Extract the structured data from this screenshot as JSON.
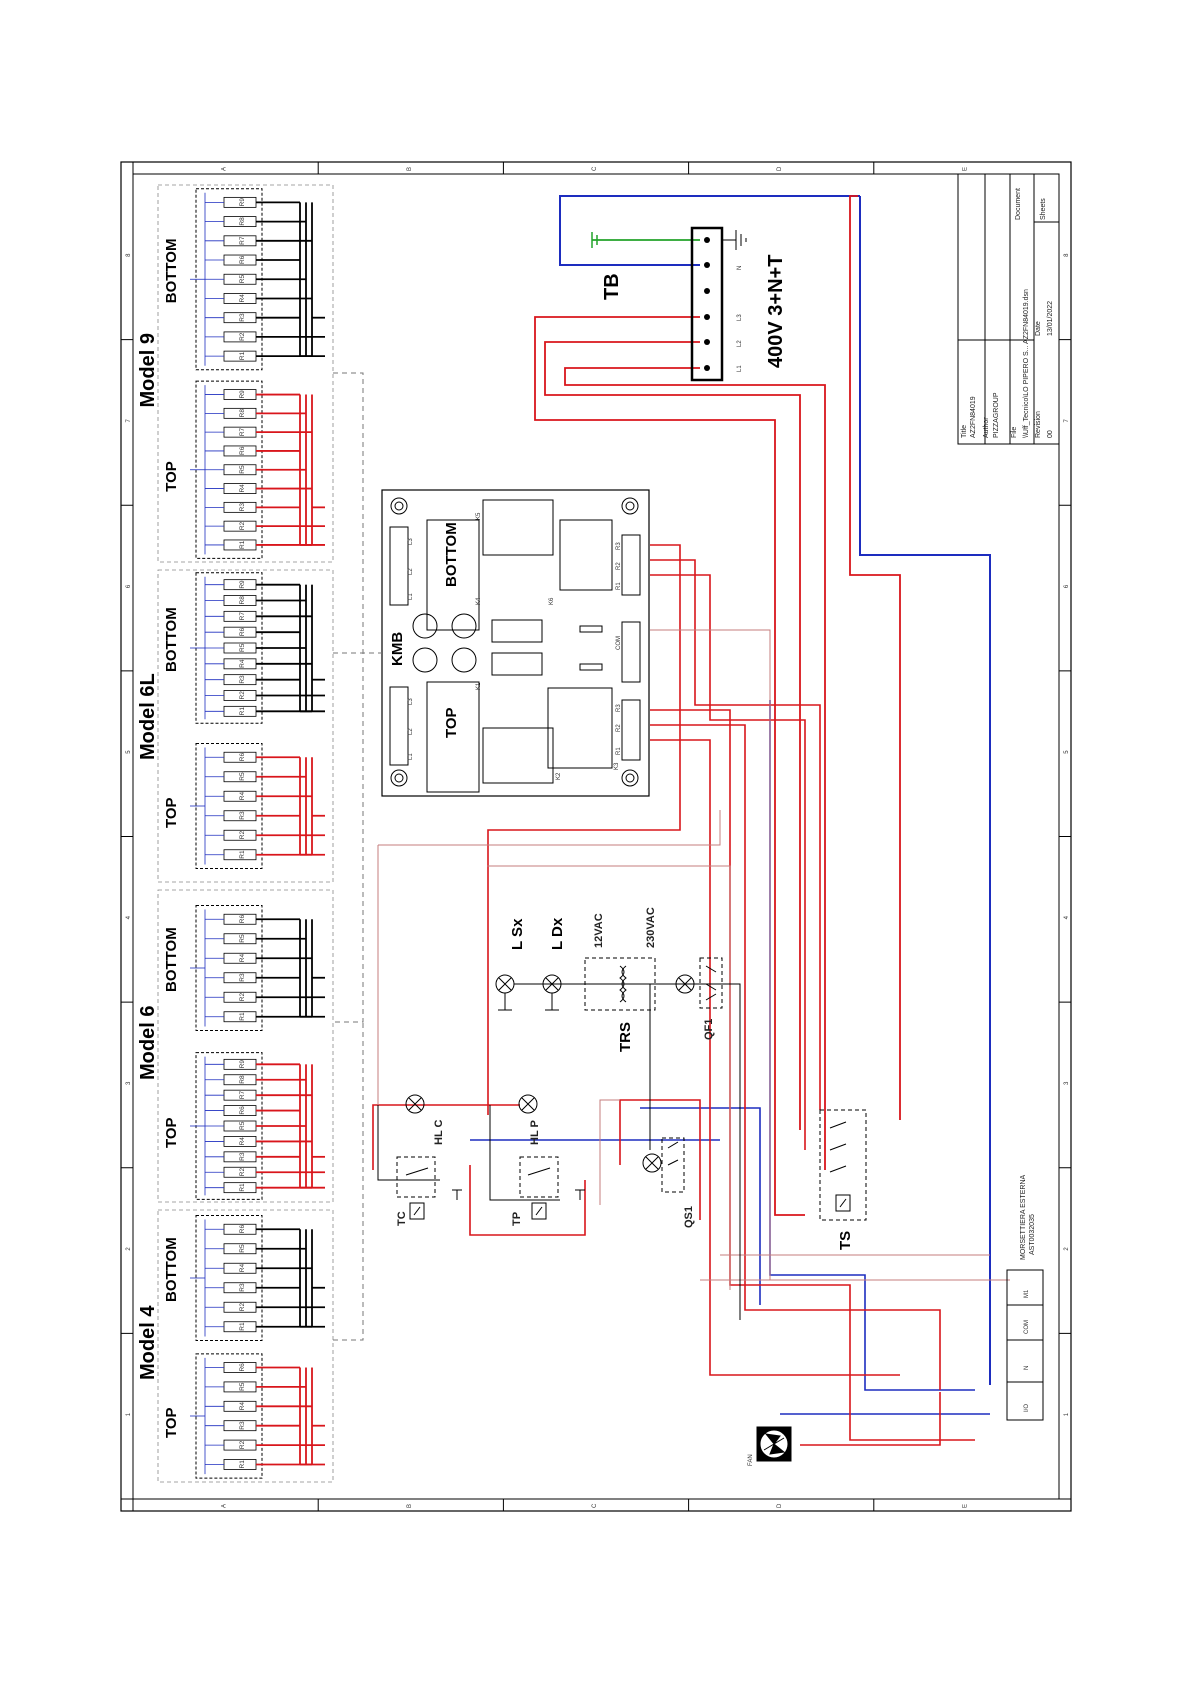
{
  "models": [
    {
      "title": "Model 9",
      "top": "TOP",
      "bottom": "BOTTOM",
      "top_res": [
        "R9",
        "R8",
        "R7",
        "R6",
        "R5",
        "R4",
        "R3",
        "R2",
        "R1"
      ],
      "bottom_res": [
        "R9",
        "R8",
        "R7",
        "R6",
        "R5",
        "R4",
        "R3",
        "R2",
        "R1"
      ]
    },
    {
      "title": "Model 6L",
      "top": "TOP",
      "bottom": "BOTTOM",
      "top_res": [
        "R6",
        "R5",
        "R4",
        "R3",
        "R2",
        "R1"
      ],
      "bottom_res": [
        "R9",
        "R8",
        "R7",
        "R6",
        "R5",
        "R4",
        "R3",
        "R2",
        "R1"
      ]
    },
    {
      "title": "Model 6",
      "top": "TOP",
      "bottom": "BOTTOM",
      "top_res": [
        "R9",
        "R8",
        "R7",
        "R6",
        "R5",
        "R4",
        "R3",
        "R2",
        "R1"
      ],
      "bottom_res": [
        "R6",
        "R5",
        "R4",
        "R3",
        "R2",
        "R1"
      ]
    },
    {
      "title": "Model 4",
      "top": "TOP",
      "bottom": "BOTTOM",
      "top_res": [
        "R6",
        "R5",
        "R4",
        "R3",
        "R2",
        "R1"
      ],
      "bottom_res": [
        "R6",
        "R5",
        "R4",
        "R3",
        "R2",
        "R1"
      ]
    }
  ],
  "kmb": {
    "label": "KMB",
    "top": "TOP",
    "bottom": "BOTTOM",
    "left_pins": [
      "L1",
      "L2",
      "L3",
      "L1",
      "L2",
      "L3"
    ],
    "right_pins": [
      "R3",
      "R2",
      "R1",
      "COM",
      "R3",
      "R2",
      "R1"
    ],
    "k_labels": [
      "K5",
      "K4",
      "K6",
      "K1",
      "K2",
      "K3"
    ]
  },
  "terminal_block": {
    "label": "TB",
    "supply": "400V 3+N+T",
    "pins": [
      "L1",
      "L2",
      "L3",
      "N"
    ]
  },
  "components": {
    "lsx": "L Sx",
    "ldx": "L Dx",
    "v12": "12VAC",
    "v230": "230VAC",
    "trs": "TRS",
    "qf1": "QF1",
    "hlc": "HL C",
    "hlp": "HL P",
    "tc": "TC",
    "tp": "TP",
    "qs1": "QS1",
    "ts": "TS",
    "fan": "FAN"
  },
  "morsettiera": {
    "label1": "MORSETTIERA ESTERNA",
    "label2": "AST0032035",
    "pins": [
      "I/O",
      "N",
      "COM",
      "M1"
    ]
  },
  "title_block": {
    "title_lbl": "Title",
    "title_val": "AZ2FN84019",
    "author_lbl": "Author",
    "author_val": "PIZZAGROUP",
    "file_lbl": "File",
    "file_val": "\\\\Uff_Tecnico\\LO PIPERO S... AZ2FN84019.dsn",
    "rev_lbl": "Revision",
    "rev_val": "00",
    "date_lbl": "Date",
    "date_val": "13/01/2022",
    "doc_lbl": "Document",
    "sheets_lbl": "Sheets"
  },
  "frame": {
    "long_nums": [
      "1",
      "2",
      "3",
      "4",
      "5",
      "6",
      "7",
      "8"
    ],
    "short_letters": [
      "A",
      "B",
      "C",
      "D",
      "E"
    ]
  },
  "colors": {
    "phase": "#d9161c",
    "neutral": "#1d2dbf",
    "earth": "#22a32a",
    "control": "#c47c7c",
    "wire": "#000000"
  }
}
